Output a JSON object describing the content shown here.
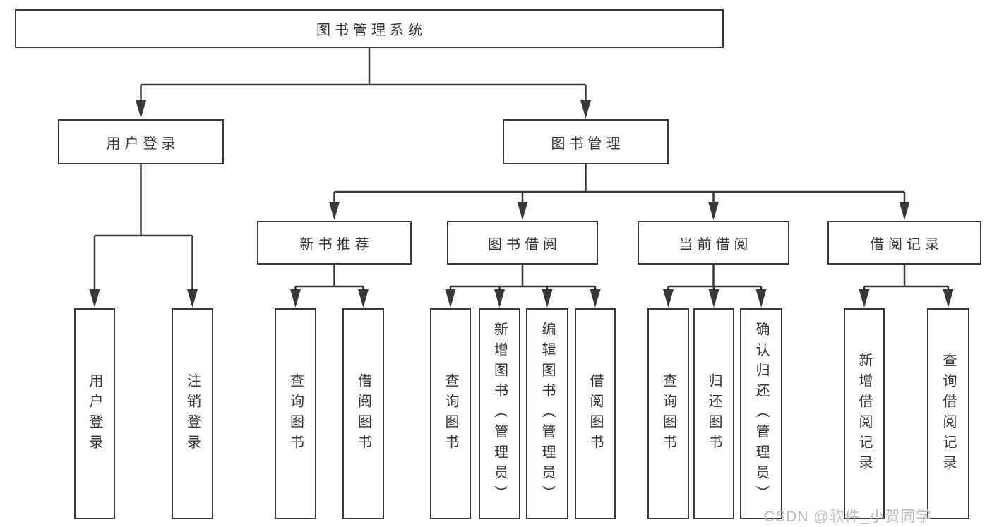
{
  "diagram": {
    "root": {
      "label": "图书管理系统"
    },
    "level2": [
      {
        "label": "用户登录"
      },
      {
        "label": "图书管理"
      }
    ],
    "level3": [
      {
        "label": "新书推荐"
      },
      {
        "label": "图书借阅"
      },
      {
        "label": "当前借阅"
      },
      {
        "label": "借阅记录"
      }
    ],
    "leaves": {
      "login": [
        {
          "label": "用户登录"
        },
        {
          "label": "注销登录"
        }
      ],
      "newbook": [
        {
          "label": "查询图书"
        },
        {
          "label": "借阅图书"
        }
      ],
      "borrow": [
        {
          "label": "查询图书"
        },
        {
          "label": "新增图书（管理员）"
        },
        {
          "label": "编辑图书（管理员）"
        },
        {
          "label": "借阅图书"
        }
      ],
      "current": [
        {
          "label": "查询图书"
        },
        {
          "label": "归还图书"
        },
        {
          "label": "确认归还（管理员）"
        }
      ],
      "records": [
        {
          "label": "新增借阅记录"
        },
        {
          "label": "查询借阅记录"
        }
      ]
    }
  },
  "watermark": {
    "text": "CSDN @软件_小贺同学"
  },
  "colors": {
    "line": "#383838",
    "text": "#333333",
    "box_bg": "#ffffff",
    "watermark": "#b9b9b9"
  }
}
